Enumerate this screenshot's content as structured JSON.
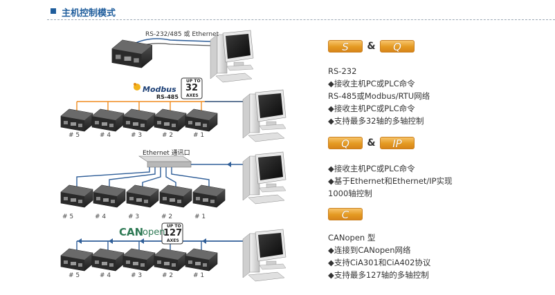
{
  "header": {
    "title": "主机控制模式"
  },
  "diagram": {
    "top_link_label": "RS-232/485 或 Ethernet",
    "modbus": {
      "logo": "Modbus",
      "sub": "RS-485",
      "axes_top": "UP TO",
      "axes_num": "32",
      "axes_unit": "AXES"
    },
    "ethernet_hub_label": "Ethernet 通讯口",
    "canopen": {
      "logo_can": "CAN",
      "logo_open": "open",
      "axes_top": "UP TO",
      "axes_num": "127",
      "axes_unit": "AXES"
    },
    "node_labels": [
      "# 5",
      "# 4",
      "# 3",
      "# 2",
      "# 1"
    ],
    "colors": {
      "orange_bus": "#f08c1e",
      "blue_bus": "#2f5e98",
      "gray_link": "#555555"
    }
  },
  "modes": {
    "sq": {
      "badge_left": "S",
      "amp": "&",
      "badge_right": "Q",
      "lines": [
        "RS-232",
        "◆接收主机PC或PLC命令",
        "RS-485或Modbus/RTU网络",
        "◆接收主机PC或PLC命令",
        "◆支持最多32轴的多轴控制"
      ]
    },
    "qip": {
      "badge_left": "Q",
      "amp": "&",
      "badge_right": "IP",
      "lines": [
        "◆接收主机PC或PLC命令",
        "◆基于Ethernet和Ethernet/IP实现",
        "1000轴控制"
      ]
    },
    "c": {
      "badge": "C",
      "lines": [
        "CANopen 型",
        "◆连接到CANopen网络",
        "◆支持CiA301和CiA402协议",
        "◆支持最多127轴的多轴控制"
      ]
    }
  }
}
